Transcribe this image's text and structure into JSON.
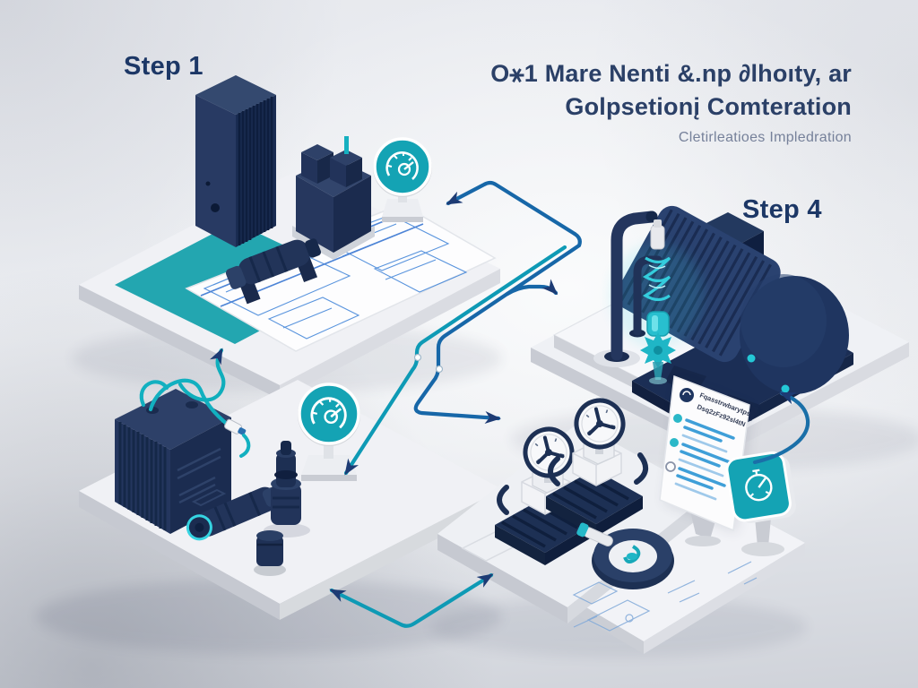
{
  "title": {
    "line1": "O⚹1 Mare Nenti &.np ∂lhoıty, ar",
    "line2": "Golpsetionį Comteration",
    "subtitle": "Cletirleatioes Impledration"
  },
  "steps": {
    "step1_label": "Step 1",
    "step4_label": "Step 4"
  },
  "document_card": {
    "title_line1": "Fqasstrwbarytps",
    "title_line2": "Dsq2zFz92sl4tN",
    "list_item_count": 4
  },
  "icons": {
    "step1_platform_sign": "pressure-gauge-dial-icon",
    "parts_platform_sign": "pressure-gauge-dial-icon",
    "inspection_sign": "stopwatch-gauge-icon",
    "document_badge": "circle-badge-icon"
  },
  "colors": {
    "navy": "#22345a",
    "navy_dark": "#14264a",
    "teal": "#14a3b4",
    "teal_bright": "#35d4e2",
    "arrow_blue": "#1767a8",
    "arrow_teal": "#0e9ab5",
    "arrowhead_navy": "#1d3b74",
    "blueprint_blue": "#3d82d8",
    "platform_top": "#f0f1f5",
    "platform_side": "#c7cad2",
    "title_navy": "#2b4067",
    "subtitle_gray": "#76819a"
  }
}
